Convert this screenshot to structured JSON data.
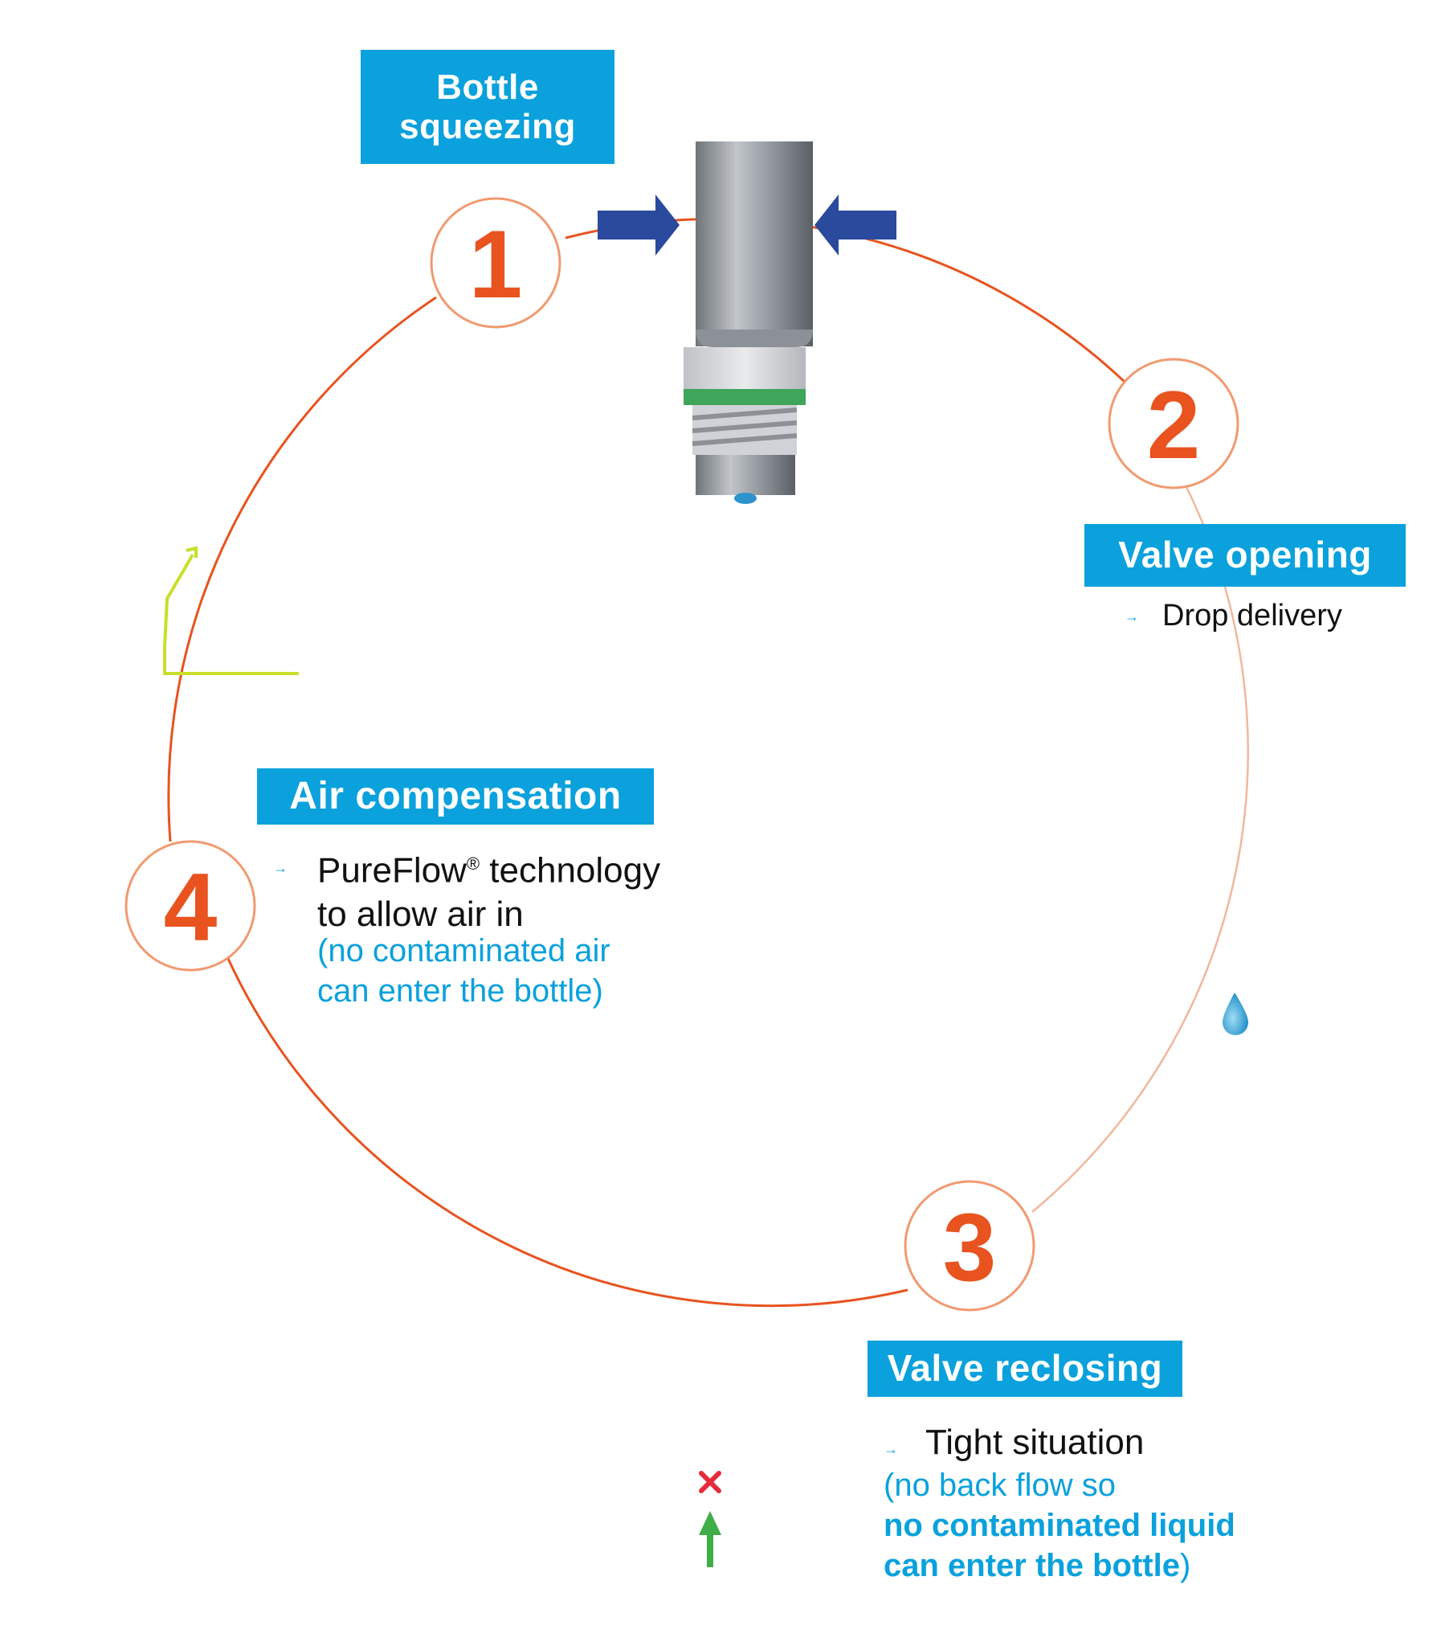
{
  "steps": [
    {
      "number": "1",
      "title": "Bottle\nsqueezing"
    },
    {
      "number": "2",
      "title": "Valve opening",
      "bullet": "Drop delivery"
    },
    {
      "number": "3",
      "title": "Valve reclosing",
      "bullet": "Tight situation",
      "detail_open": "(no back flow so",
      "detail_bold_1": "no contaminated liquid",
      "detail_bold_2": "can enter the bottle",
      "detail_close": ")"
    },
    {
      "number": "4",
      "title": "Air compensation",
      "bullet_line_1": "PureFlow",
      "bullet_reg": "®",
      "bullet_line_1_rest": " technology",
      "bullet_line_2": "to allow air in",
      "detail_1": "(no contaminated air",
      "detail_2": "can enter the bottle)"
    }
  ],
  "colors": {
    "accent_blue": "#0aa1dd",
    "cycle_orange": "#e8531f",
    "arrow_navy": "#2a4a9e",
    "valve_red": "#e03a2e",
    "liquid_blue": "#7fd3f0",
    "seal_navy": "#1f3a9a",
    "spring_gold": "#e0a21a",
    "reject_red": "#e52b3a",
    "flow_green": "#3fae49",
    "air_yellow": "#c8df2a"
  },
  "icons": [
    "squeeze-arrow-icon",
    "drop-icon",
    "reject-x-icon",
    "up-arrow-icon",
    "air-path-icon"
  ]
}
